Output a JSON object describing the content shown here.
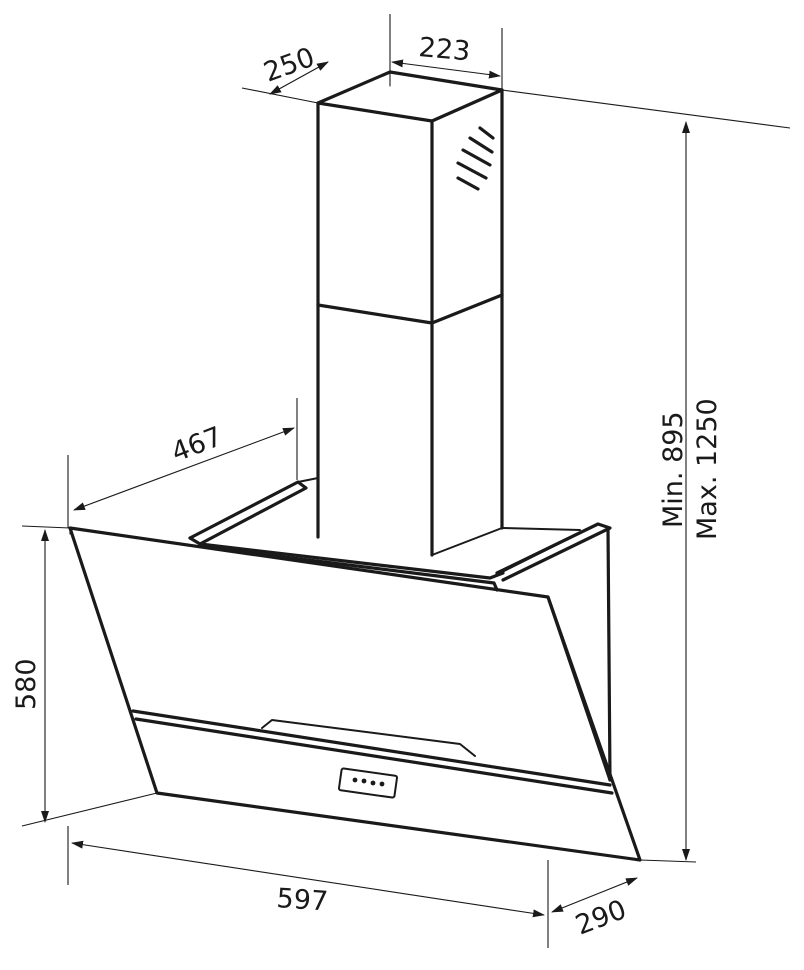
{
  "dimensions": {
    "chimney_depth": "250",
    "chimney_width": "223",
    "hood_depth": "467",
    "hood_height": "580",
    "width": "597",
    "glass_depth": "290",
    "height_min": "Min. 895",
    "height_max": "Max. 1250"
  }
}
